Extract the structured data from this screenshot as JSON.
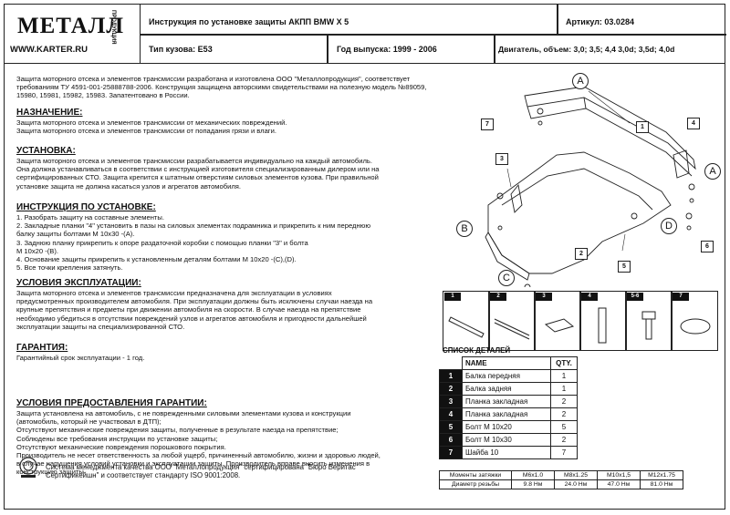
{
  "header": {
    "logo_text": "МЕТАЛЛ",
    "logo_side": "ПРОДУКЦИЯ",
    "website": "WWW.KARTER.RU",
    "title": "Инструкция по установке защиты АКПП   BMW  X 5",
    "article": "Артикул: 03.0284",
    "body_type": "Тип кузова: E53",
    "year": "Год выпуска: 1999 - 2006",
    "engine": "Двигатель, объем: 3,0; 3,5; 4,4 3,0d; 3,5d; 4,0d"
  },
  "intro": "Защита моторного отсека и элементов трансмиссии разработана и изготовлена ООО \"Металлопродукция\", соответствует требованиям ТУ 4591-001-25888788-2006. Конструкция защищена авторскими свидетельствами на полезную модель №89059, 15980, 15981, 15982, 15983. Запатентовано в России.",
  "sections": [
    {
      "heading": "НАЗНАЧЕНИЕ:",
      "lines": [
        "Защита моторного отсека и элементов трансмиссии от механических повреждений.",
        "Защита моторного отсека и элементов трансмиссии от попадания грязи и влаги."
      ]
    },
    {
      "heading": "УСТАНОВКА:",
      "lines": [
        "Защита моторного отсека и элементов трансмиссии разрабатывается индивидуально на каждый автомобиль.",
        "Она должна устанавливаться в соответствии с инструкцией изготовителя специализированным дилером или на",
        "сертифицированных СТО. Защита крепится к штатным отверстиям силовых элементов кузова. При правильной",
        "установке защита не должна касаться узлов и агрегатов автомобиля."
      ]
    },
    {
      "heading": "ИНСТРУКЦИЯ ПО УСТАНОВКЕ:",
      "lines": [
        "1. Разобрать защиту на составные элементы.",
        "2. Закладные планки \"4\" установить в пазы на силовых элементах подрамника и прикрепить к ним переднюю",
        "балку защиты болтами М 10х30 -(A).",
        "3. Заднюю планку прикрепить к опоре раздаточной коробки с помощью планки \"3\" и болта",
        "М 10х20 -(B).",
        "4. Основание защиты прикрепить к установленным деталям болтами М 10х20 -(C),(D).",
        "5. Все точки крепления затянуть."
      ]
    },
    {
      "heading": "УСЛОВИЯ ЭКСПЛУАТАЦИИ:",
      "lines": [
        "Защита моторного отсека и элементов трансмиссии предназначена для эксплуатации в условиях",
        "предусмотренных производителем автомобиля. При эксплуатации должны быть исключены случаи наезда на",
        "крупные препятствия и предметы при движении автомобиля на скорости. В случае наезда на препятствие",
        "необходимо убедиться в отсутствии повреждений узлов и агрегатов автомобиля и пригодности дальнейшей",
        "эксплуатации защиты на специализированной СТО."
      ]
    },
    {
      "heading": "ГАРАНТИЯ:",
      "lines": [
        "Гарантийный срок эксплуатации - 1 год."
      ]
    },
    {
      "heading": "УСЛОВИЯ ПРЕДОСТАВЛЕНИЯ ГАРАНТИИ:",
      "lines": [
        "Защита установлена на автомобиль, с не поврежденными силовыми элементами кузова и конструкции",
        "(автомобиль, который не участвовал в ДТП);",
        "Отсутствуют механические повреждения защиты, полученные в результате наезда на препятствие;",
        "Соблюдены все требования инструкции по установке защиты;",
        "Отсутствуют механические повреждения порошкового покрытия.",
        "Производитель не несет ответственность за любой ущерб, причиненный автомобилю, жизни и здоровью людей,",
        "в случае нарушения условий установки и эксплуатации защиты. Производитель вправе вносить изменения в",
        "конструкцию защиты."
      ]
    }
  ],
  "certification": {
    "line1": "Система менеджмента качества ООО \"Металлопродукция\" сертифицирована \"Бюро Веритас",
    "line2": "Сертификейшн\" и соответствует стандарту ISO 9001:2008."
  },
  "diagram_labels": {
    "a1": "A",
    "a2": "A",
    "b": "B",
    "c": "C",
    "d": "D",
    "n1": "1",
    "n2": "2",
    "n3": "3",
    "n4": "4",
    "n5": "5",
    "n6": "6",
    "n7": "7"
  },
  "thumbs": [
    "1",
    "2",
    "3",
    "4",
    "5-6",
    "7"
  ],
  "parts_list": {
    "title": "СПИСОК ДЕТАЛЕЙ",
    "headers": [
      "NAME",
      "QTY."
    ],
    "rows": [
      {
        "num": "1",
        "name": "Балка передняя",
        "qty": "1"
      },
      {
        "num": "2",
        "name": "Балка задняя",
        "qty": "1"
      },
      {
        "num": "3",
        "name": "Планка закладная",
        "qty": "2"
      },
      {
        "num": "4",
        "name": "Планка закладная",
        "qty": "2"
      },
      {
        "num": "5",
        "name": "Болт М 10х20",
        "qty": "5"
      },
      {
        "num": "6",
        "name": "Болт М 10х30",
        "qty": "2"
      },
      {
        "num": "7",
        "name": "Шайба 10",
        "qty": "7"
      }
    ]
  },
  "torque": {
    "row1": [
      "Моменты затяжки",
      "M6x1.0",
      "M8x1.25",
      "M10x1,5",
      "M12x1.75"
    ],
    "row2": [
      "Диаметр резьбы",
      "9.8 Нм",
      "24.0 Нм",
      "47.0 Нм",
      "81.0 Нм"
    ]
  }
}
